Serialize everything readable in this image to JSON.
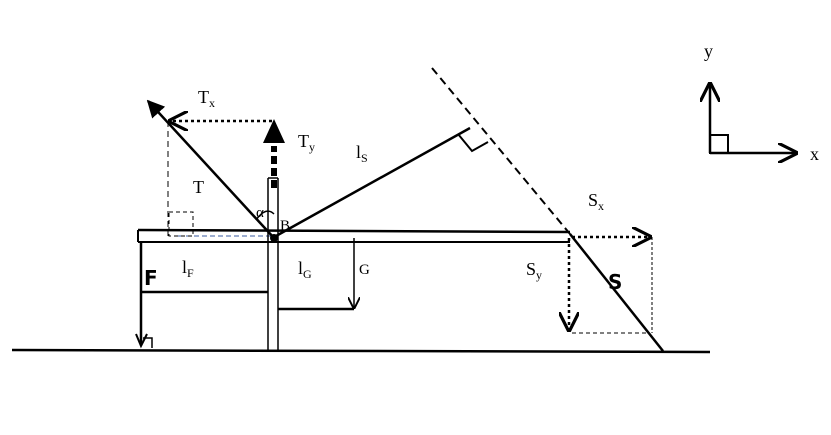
{
  "labels": {
    "T_x_main": "T",
    "T_x_sub": "x",
    "T_y_main": "T",
    "T_y_sub": "y",
    "l_S_main": "l",
    "l_S_sub": "S",
    "T": "T",
    "alpha": "α",
    "B": "B",
    "l_F_main": "l",
    "l_F_sub": "F",
    "l_G_main": "l",
    "l_G_sub": "G",
    "G": "G",
    "F": "F",
    "S_x_main": "S",
    "S_x_sub": "x",
    "S_y_main": "S",
    "S_y_sub": "y",
    "S": "S",
    "axis_x": "x",
    "axis_y": "y"
  }
}
